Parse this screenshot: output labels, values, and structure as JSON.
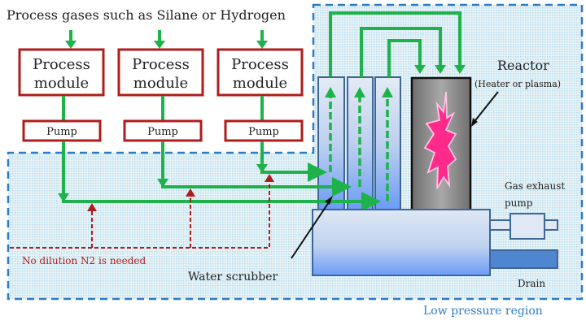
{
  "title": "Process gases such as Silane  or Hydrogen",
  "process_modules": [
    {
      "label_line1": "Process",
      "label_line2": "module",
      "pump_label": "Pump"
    },
    {
      "label_line1": "Process",
      "label_line2": "module",
      "pump_label": "Pump"
    },
    {
      "label_line1": "Process",
      "label_line2": "module",
      "pump_label": "Pump"
    }
  ],
  "reactor": {
    "label": "Reactor",
    "sublabel": "(Heater or  plasma)"
  },
  "gas_exhaust_pump": {
    "line1": "Gas exhaust",
    "line2": "pump"
  },
  "drain": {
    "label": "Drain"
  },
  "water_scrubber": {
    "label": "Water scrubber"
  },
  "dilution_note": {
    "label": "No dilution N2 is needed"
  },
  "low_pressure_region": {
    "label": "Low pressure region"
  },
  "colors": {
    "flow_green": "#1db34a",
    "module_border": "#b01c1c",
    "dilution_red": "#b01c1c",
    "region_blue": "#2a7cc7",
    "region_fill": "#d6ecf5",
    "tank_border": "#3d6699",
    "reactor_gray": "#8c8c8c",
    "plasma_pink": "#ff2a8a"
  }
}
